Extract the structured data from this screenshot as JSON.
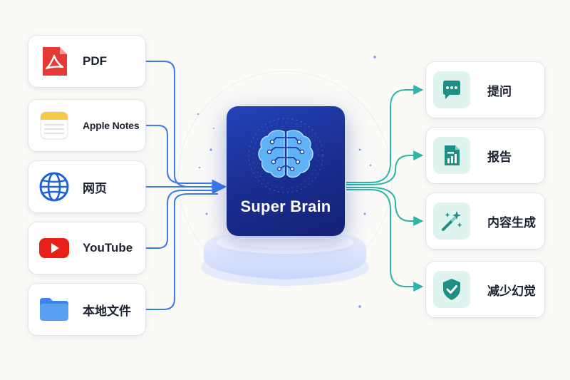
{
  "center": {
    "title": "Super Brain"
  },
  "sources": [
    {
      "label": "PDF",
      "icon": "pdf-icon"
    },
    {
      "label": "Apple Notes",
      "icon": "notes-icon"
    },
    {
      "label": "网页",
      "icon": "globe-icon"
    },
    {
      "label": "YouTube",
      "icon": "youtube-icon"
    },
    {
      "label": "本地文件",
      "icon": "folder-icon"
    }
  ],
  "outputs": [
    {
      "label": "提问",
      "icon": "chat-icon"
    },
    {
      "label": "报告",
      "icon": "report-icon"
    },
    {
      "label": "内容生成",
      "icon": "magic-wand-icon"
    },
    {
      "label": "减少幻觉",
      "icon": "shield-check-icon"
    }
  ],
  "colors": {
    "input_line": "#3b7be8",
    "output_line": "#2fb5a8",
    "center_card": "#1e3aa8",
    "output_icon": "#1f8f84",
    "output_icon_bg": "#dff3ef"
  }
}
